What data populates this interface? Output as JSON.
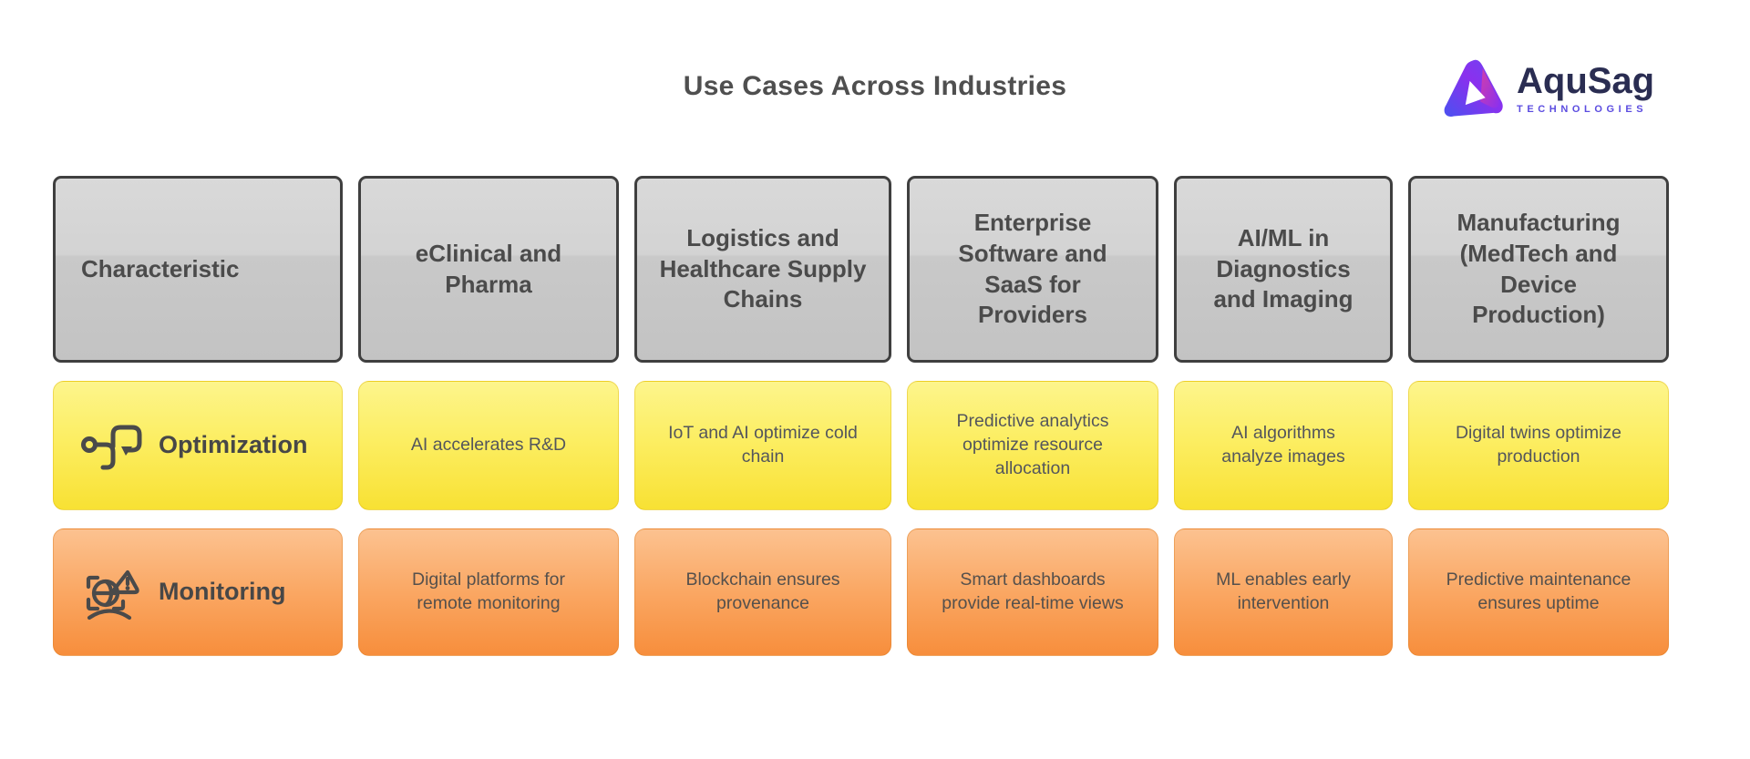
{
  "title": "Use Cases Across Industries",
  "logo": {
    "name": "AquSag",
    "subtext": "TECHNOLOGIES",
    "icon": "aqusag-a-mark-icon"
  },
  "table": {
    "header": [
      "Characteristic",
      "eClinical and Pharma",
      "Logistics and Healthcare Supply Chains",
      "Enterprise Software and SaaS for Providers",
      "AI/ML in Diagnostics and Imaging",
      "Manufacturing (MedTech and Device Production)"
    ],
    "rows": [
      {
        "label": "Optimization",
        "icon": "optimization-flow-icon",
        "cells": [
          "AI accelerates R&D",
          "IoT and AI optimize cold chain",
          "Predictive analytics optimize resource allocation",
          "AI algorithms analyze images",
          "Digital twins optimize production"
        ]
      },
      {
        "label": "Monitoring",
        "icon": "monitoring-alert-icon",
        "cells": [
          "Digital platforms for remote monitoring",
          "Blockchain ensures provenance",
          "Smart dashboards provide real-time views",
          "ML enables early intervention",
          "Predictive maintenance ensures uptime"
        ]
      }
    ]
  },
  "colors": {
    "header_fill": "#cfcfcf",
    "header_border": "#3f3f3f",
    "optimization_row_fill": "#fbe94f",
    "monitoring_row_fill": "#f9a35a",
    "body_text": "#54565c",
    "heading_text": "#4b4b4b",
    "logo_name": "#2a2d52",
    "logo_sub": "#5b4ce0",
    "logo_gradient_blue": "#4a51f0",
    "logo_gradient_purple": "#8b30ee",
    "logo_gradient_pink": "#e0409e"
  }
}
